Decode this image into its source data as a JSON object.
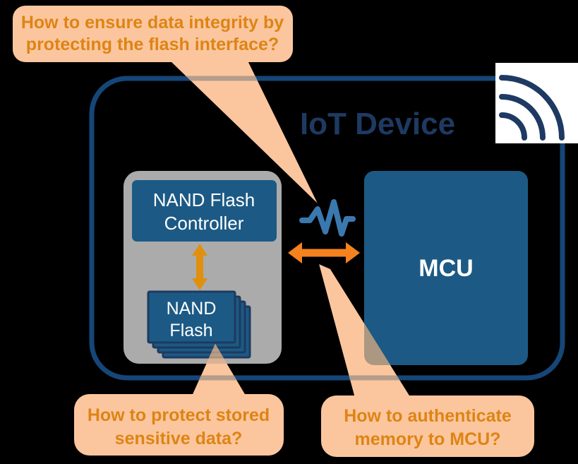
{
  "callouts": {
    "top": {
      "line1": "How to ensure data integrity by",
      "line2": "protecting the flash interface?"
    },
    "bottom_left": {
      "line1": "How to protect stored",
      "line2": "sensitive data?"
    },
    "bottom_right": {
      "line1": "How to authenticate",
      "line2": "memory to MCU?"
    }
  },
  "device": {
    "title": "IoT Device",
    "nand_flash_controller": {
      "line1": "NAND Flash",
      "line2": "Controller"
    },
    "nand_flash": {
      "line1": "NAND",
      "line2": "Flash"
    },
    "mcu_label": "MCU"
  },
  "icons": {
    "wifi": "wifi-signal-icon",
    "pulse": "pulse-signal-icon",
    "vertical_arrow": "double-arrow-vertical-icon",
    "horizontal_arrow": "double-arrow-horizontal-icon"
  },
  "colors": {
    "background": "#000000",
    "callout_fill": "#FBC69E",
    "callout_text": "#DE8414",
    "title_navy": "#1E3A63",
    "border_blue": "#154678",
    "box_blue": "#1C5A85",
    "box_border_navy": "#1E3A5F",
    "module_gray": "#ABABAB",
    "arrow_amber": "#E0900E",
    "arrow_orange": "#F5821F",
    "pulse_blue": "#3A79AF",
    "label_white": "#FFFFFF"
  }
}
